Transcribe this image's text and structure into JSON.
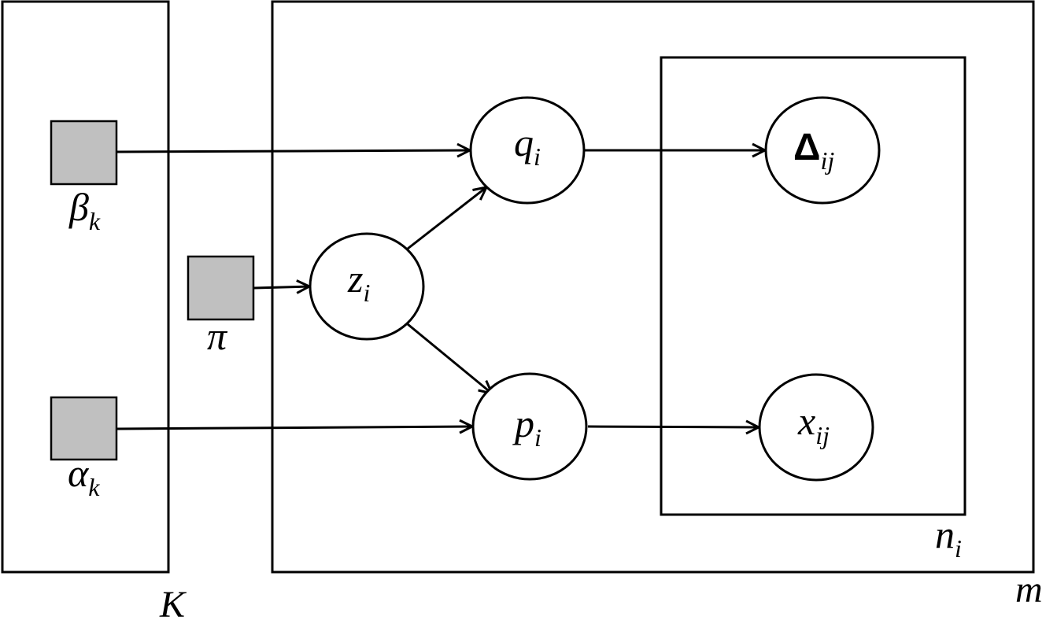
{
  "colors": {
    "observed_param_fill": "#c0c0c0",
    "line": "#000000",
    "background": "#ffffff"
  },
  "plates": {
    "K": {
      "label": "K"
    },
    "m": {
      "label": "m"
    },
    "n": {
      "label": "n",
      "sub": "i"
    }
  },
  "params": {
    "beta": {
      "label": "β",
      "sub": "k"
    },
    "alpha": {
      "label": "α",
      "sub": "k"
    },
    "pi": {
      "label": "π"
    }
  },
  "nodes": {
    "z": {
      "label": "z",
      "sub": "i"
    },
    "q": {
      "label": "q",
      "sub": "i"
    },
    "p": {
      "label": "p",
      "sub": "i"
    },
    "delta": {
      "label": "Δ",
      "sub": "ij"
    },
    "x": {
      "label": "x",
      "sub": "ij"
    }
  },
  "edges": [
    {
      "from": "beta",
      "to": "q"
    },
    {
      "from": "alpha",
      "to": "p"
    },
    {
      "from": "pi",
      "to": "z"
    },
    {
      "from": "z",
      "to": "q"
    },
    {
      "from": "z",
      "to": "p"
    },
    {
      "from": "q",
      "to": "delta"
    },
    {
      "from": "p",
      "to": "x"
    }
  ]
}
